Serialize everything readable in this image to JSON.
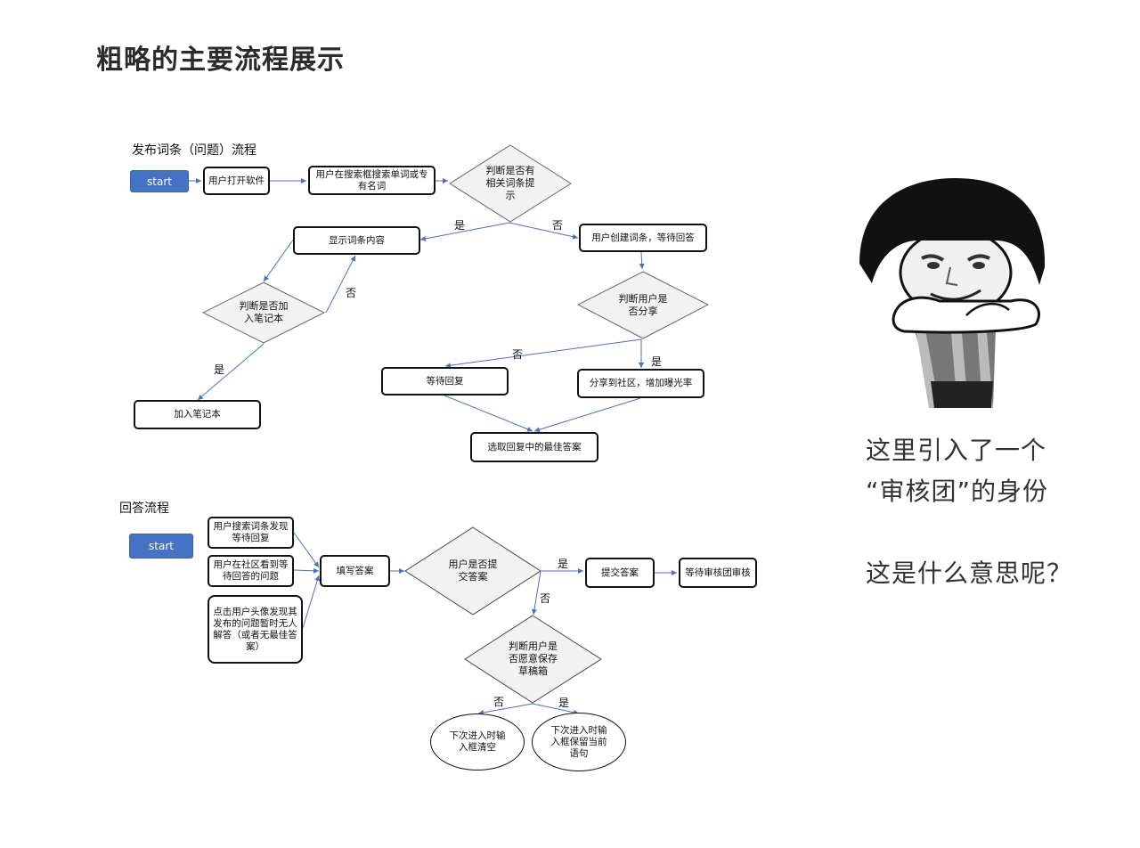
{
  "title": "粗略的主要流程展示",
  "flow1": {
    "title": "发布词条（问题）流程",
    "start": "start",
    "open_app": "用户打开软件",
    "search": "用户在搜索框搜索单词或专有名词",
    "decision_related": "判断是否有相关词条提示",
    "show_content": "显示词条内容",
    "create_entry": "用户创建词条，等待回答",
    "decision_notebook": "判断是否加入笔记本",
    "add_notebook": "加入笔记本",
    "decision_share": "判断用户是否分享",
    "wait_reply": "等待回复",
    "share_community": "分享到社区，增加曝光率",
    "pick_best": "选取回复中的最佳答案",
    "yes": "是",
    "no": "否"
  },
  "flow2": {
    "title": "回答流程",
    "start": "start",
    "entry_search": "用户搜索词条发现等待回复",
    "entry_community": "用户在社区看到等待回答的问题",
    "entry_avatar": "点击用户头像发现其发布的问题暂时无人解答（或者无最佳答案）",
    "write_answer": "填写答案",
    "decision_submit": "用户是否提交答案",
    "submit": "提交答案",
    "wait_review": "等待审核团审核",
    "decision_draft": "判断用户是否愿意保存草稿箱",
    "clear_input": "下次进入时输入框清空",
    "keep_input": "下次进入时输入框保留当前语句",
    "yes": "是",
    "no": "否"
  },
  "comment": {
    "line1": "这里引入了一个",
    "line2": "“审核团”的身份",
    "line3": "这是什么意思呢？"
  },
  "colors": {
    "start_fill": "#4472c4",
    "connector": "#4472c4",
    "decision_fill": "#f2f2f2"
  }
}
